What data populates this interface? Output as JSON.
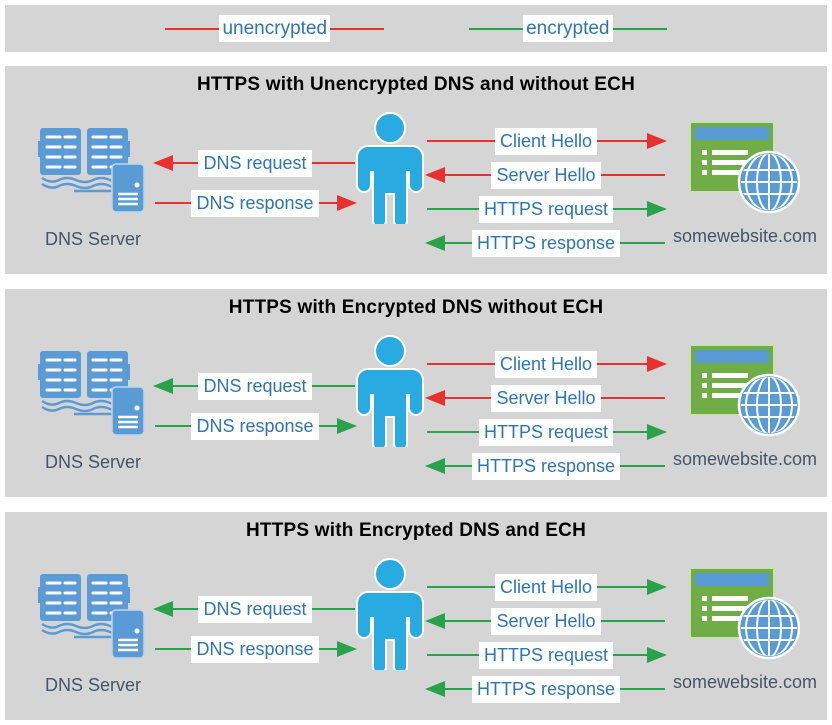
{
  "colors": {
    "panel_bg": "#d5d5d5",
    "unencrypted": "#e8302e",
    "encrypted": "#28a24b",
    "label_text": "#2e74b5",
    "caption_text": "#44546a",
    "icon_blue": "#5b9bd5",
    "person_blue": "#29abe2",
    "site_green": "#70ad47"
  },
  "legend": {
    "items": [
      {
        "label": "unencrypted",
        "color": "#e8302e"
      },
      {
        "label": "encrypted",
        "color": "#28a24b"
      }
    ]
  },
  "panels": [
    {
      "title": "HTTPS with Unencrypted DNS and without ECH",
      "dns_server_label": "DNS Server",
      "website_label": "somewebsite.com",
      "arrows": {
        "dns_request": {
          "label": "DNS request",
          "direction": "left",
          "encrypted": false,
          "color": "#e8302e"
        },
        "dns_response": {
          "label": "DNS response",
          "direction": "right",
          "encrypted": false,
          "color": "#e8302e"
        },
        "client_hello": {
          "label": "Client Hello",
          "direction": "right",
          "encrypted": false,
          "color": "#e8302e"
        },
        "server_hello": {
          "label": "Server Hello",
          "direction": "left",
          "encrypted": false,
          "color": "#e8302e"
        },
        "https_request": {
          "label": "HTTPS request",
          "direction": "right",
          "encrypted": true,
          "color": "#28a24b"
        },
        "https_response": {
          "label": "HTTPS response",
          "direction": "left",
          "encrypted": true,
          "color": "#28a24b"
        }
      }
    },
    {
      "title": "HTTPS with Encrypted DNS without ECH",
      "dns_server_label": "DNS Server",
      "website_label": "somewebsite.com",
      "arrows": {
        "dns_request": {
          "label": "DNS request",
          "direction": "left",
          "encrypted": true,
          "color": "#28a24b"
        },
        "dns_response": {
          "label": "DNS response",
          "direction": "right",
          "encrypted": true,
          "color": "#28a24b"
        },
        "client_hello": {
          "label": "Client Hello",
          "direction": "right",
          "encrypted": false,
          "color": "#e8302e"
        },
        "server_hello": {
          "label": "Server Hello",
          "direction": "left",
          "encrypted": false,
          "color": "#e8302e"
        },
        "https_request": {
          "label": "HTTPS request",
          "direction": "right",
          "encrypted": true,
          "color": "#28a24b"
        },
        "https_response": {
          "label": "HTTPS response",
          "direction": "left",
          "encrypted": true,
          "color": "#28a24b"
        }
      }
    },
    {
      "title": "HTTPS with Encrypted DNS and ECH",
      "dns_server_label": "DNS Server",
      "website_label": "somewebsite.com",
      "arrows": {
        "dns_request": {
          "label": "DNS request",
          "direction": "left",
          "encrypted": true,
          "color": "#28a24b"
        },
        "dns_response": {
          "label": "DNS response",
          "direction": "right",
          "encrypted": true,
          "color": "#28a24b"
        },
        "client_hello": {
          "label": "Client Hello",
          "direction": "right",
          "encrypted": true,
          "color": "#28a24b"
        },
        "server_hello": {
          "label": "Server Hello",
          "direction": "left",
          "encrypted": true,
          "color": "#28a24b"
        },
        "https_request": {
          "label": "HTTPS request",
          "direction": "right",
          "encrypted": true,
          "color": "#28a24b"
        },
        "https_response": {
          "label": "HTTPS response",
          "direction": "left",
          "encrypted": true,
          "color": "#28a24b"
        }
      }
    }
  ]
}
